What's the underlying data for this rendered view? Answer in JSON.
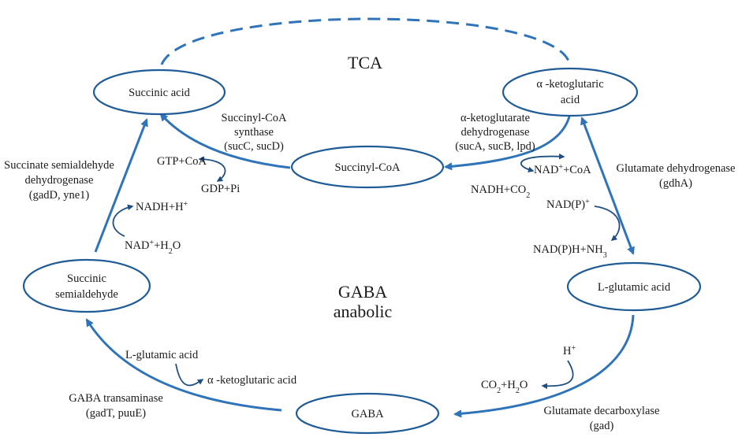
{
  "center_labels": {
    "tca": "TCA",
    "gaba_line1": "GABA",
    "gaba_line2": "anabolic"
  },
  "nodes": {
    "succinic_acid": "Succinic acid",
    "akg_line1": "α -ketoglutaric",
    "akg_line2": "acid",
    "succinyl_coa": "Succinyl-CoA",
    "l_glutamic_acid": "L-glutamic acid",
    "ssa_line1": "Succinic",
    "ssa_line2": "semialdehyde",
    "gaba": "GABA"
  },
  "enzymes": {
    "succinyl_coa_synthase": [
      "Succinyl-CoA",
      "synthase",
      "(sucC, sucD)"
    ],
    "akg_dehydrogenase": [
      "α-ketoglutarate",
      "dehydrogenase",
      "(sucA, sucB, lpd)"
    ],
    "glutamate_dehydrogenase": [
      "Glutamate dehydrogenase",
      "(gdhA)"
    ],
    "ssa_dehydrogenase": [
      "Succinate semialdehyde",
      "dehydrogenase",
      "(gadD, yne1)"
    ],
    "gaba_transaminase": [
      "GABA transaminase",
      "(gadT, puuE)"
    ],
    "glutamate_decarboxylase": [
      "Glutamate decarboxylase",
      "(gad)"
    ]
  },
  "cofactors": {
    "gtp_coa": "GTP+CoA",
    "gdp_pi": "GDP+Pi",
    "nadh_h_base": "NADH+H",
    "nadh_h_sup": "+",
    "nad_h2o_a": "NAD",
    "nad_h2o_sup": "+",
    "nad_h2o_b": "+H",
    "nad_h2o_sub": "2",
    "nad_h2o_c": "O",
    "nad_coa_a": "NAD",
    "nad_coa_sup": "+",
    "nad_coa_b": "+CoA",
    "nadh_co2_a": "NADH+CO",
    "nadh_co2_sub": "2",
    "nadp_a": "NAD(P)",
    "nadp_sup": "+",
    "nadph_nh3_a": "NAD(P)H+NH",
    "nadph_nh3_sub": "3",
    "h_plus_a": "H",
    "h_plus_sup": "+",
    "co2_h2o_a": "CO",
    "co2_h2o_sub": "2",
    "co2_h2o_b": "+H",
    "co2_h2o_sub2": "2",
    "co2_h2o_c": "O",
    "l_glutamic_acid_side": "L-glutamic acid",
    "akg_side": "α -ketoglutaric acid"
  },
  "colors": {
    "arrow": "#2f73b8",
    "node_border": "#1f5b96",
    "thin_arrow": "#1f4f82"
  }
}
